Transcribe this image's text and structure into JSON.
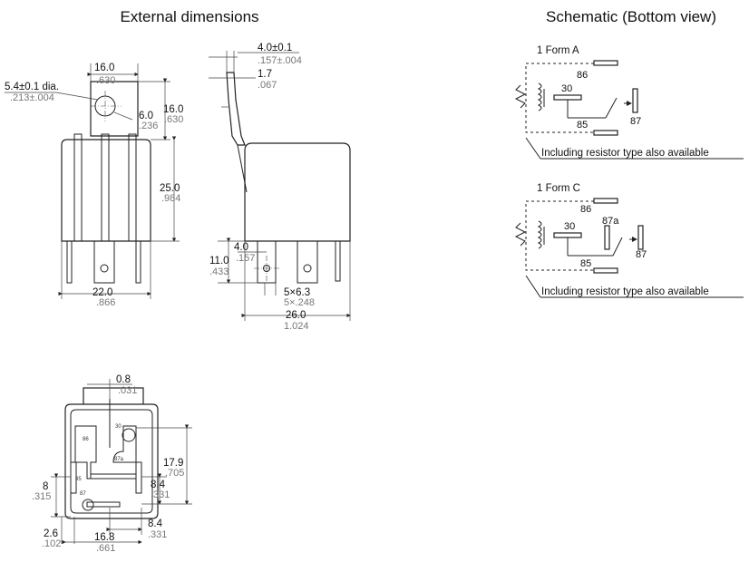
{
  "headings": {
    "external_dimensions": "External dimensions",
    "schematic": "Schematic (Bottom view)"
  },
  "front_view": {
    "hole_dia_mm": "5.4±0.1 dia.",
    "hole_dia_in": ".213±.004",
    "top_width_mm": "16.0",
    "top_width_in": ".630",
    "hole_offset_mm": "6.0",
    "hole_offset_in": ".236",
    "tab_height_mm": "16.0",
    "tab_height_in": ".630",
    "body_height_mm": "25.0",
    "body_height_in": ".984",
    "body_width_mm": "22.0",
    "body_width_in": ".866"
  },
  "side_view": {
    "tab_thick_mm": "4.0±0.1",
    "tab_thick_in": ".157±.004",
    "tab_offset_mm": "1.7",
    "tab_offset_in": ".067",
    "pin_len_mm": "11.0",
    "pin_len_in": ".433",
    "hole_pos_mm": "4.0",
    "hole_pos_in": ".157",
    "terminal_mm": "5×6.3",
    "terminal_in": "5×.248",
    "depth_mm": "26.0",
    "depth_in": "1.024"
  },
  "bottom_view": {
    "gap_mm": "0.8",
    "gap_in": ".031",
    "height_mm": "17.9",
    "height_in": ".705",
    "mid_mm": "8.4",
    "mid_in": ".331",
    "left_mm": "8",
    "left_in": ".315",
    "right_mm": "8.4",
    "right_in": ".331",
    "edge_mm": "2.6",
    "edge_in": ".102",
    "width_mm": "16.8",
    "width_in": ".661",
    "pin_labels": [
      "86",
      "85",
      "87a",
      "30",
      "87"
    ]
  },
  "schematic_a": {
    "title": "1 Form A",
    "pins": [
      "86",
      "30",
      "87",
      "85"
    ],
    "note": "Including resistor type also available"
  },
  "schematic_c": {
    "title": "1 Form C",
    "pins": [
      "86",
      "87a",
      "30",
      "87",
      "85"
    ],
    "note": "Including resistor type also available"
  }
}
